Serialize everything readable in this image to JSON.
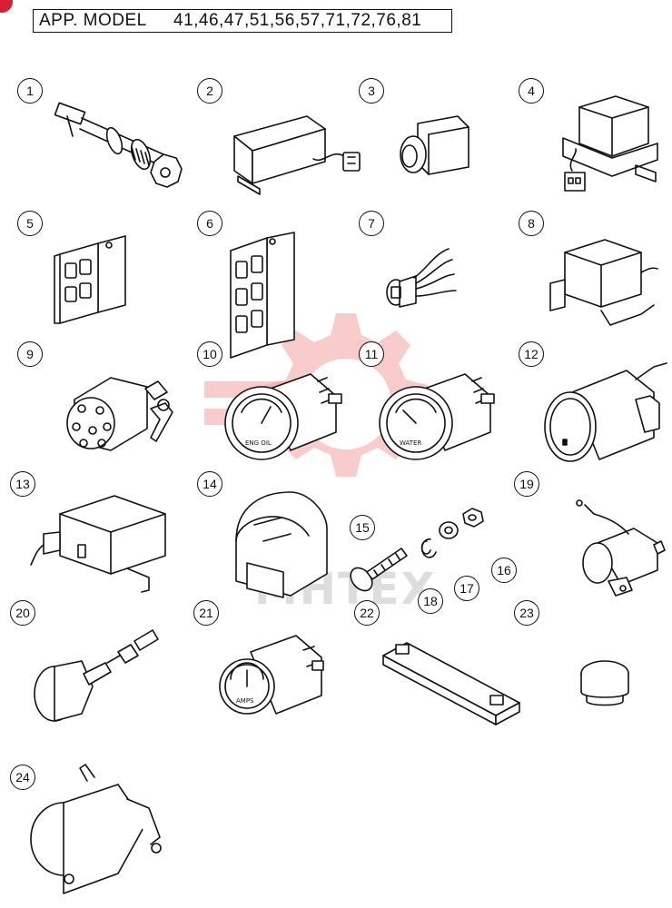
{
  "header": {
    "label": "APP. MODEL",
    "models": "41,46,47,51,56,57,71,72,76,81"
  },
  "callouts": [
    "1",
    "2",
    "3",
    "4",
    "5",
    "6",
    "7",
    "8",
    "9",
    "10",
    "11",
    "12",
    "13",
    "14",
    "15",
    "16",
    "17",
    "18",
    "19",
    "20",
    "21",
    "22",
    "23",
    "24"
  ],
  "gauge_labels": {
    "engine_oil": "ENG OIL",
    "water": "WATER",
    "amps": "AMPS"
  },
  "watermark": {
    "text": "MHTEX",
    "color": "#f4a3a3"
  },
  "accent_color": "#d62035"
}
